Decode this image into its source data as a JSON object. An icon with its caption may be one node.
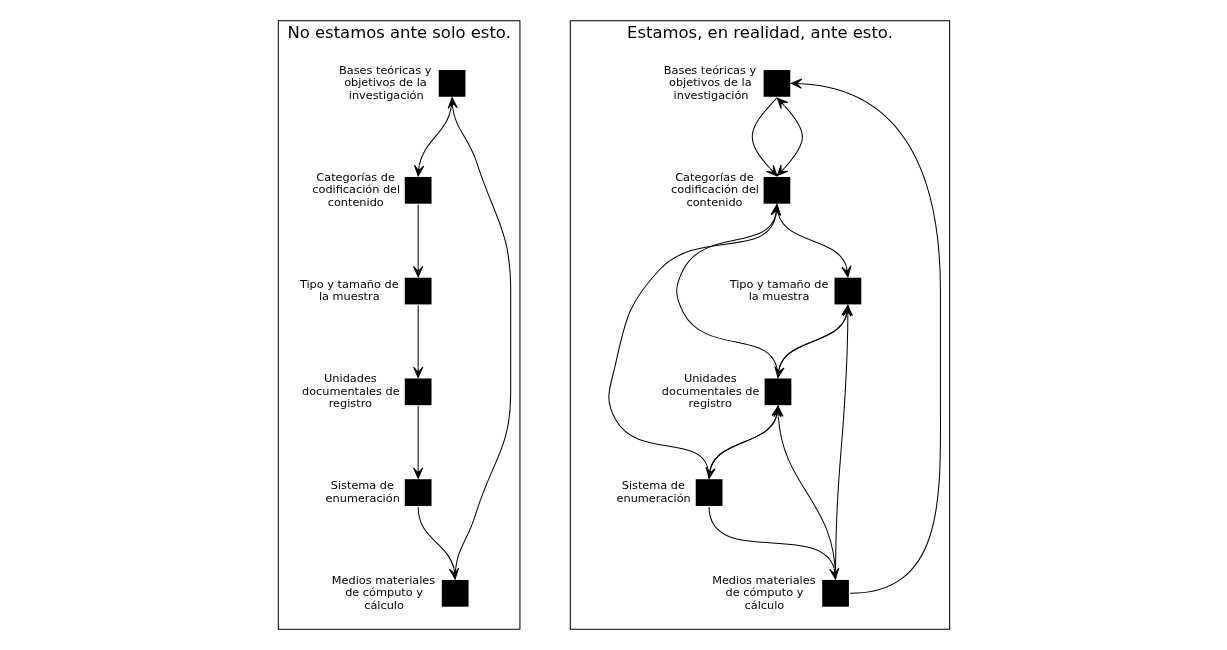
{
  "diagram": {
    "nodes": [
      {
        "text": [
          "No estamos ante solo esto."
        ]
      },
      {
        "text": [],
        "shape": "box",
        "beside": [
          "Bases teóricas y objetivos de la investigación"
        ],
        "in": 0
      },
      {
        "text": [],
        "shape": "box",
        "beside": [
          "Categorías de codificación del contenido"
        ],
        "in": 0
      },
      {
        "text": [],
        "shape": "box",
        "beside": [
          "Tipo y tamaño de la muestra"
        ],
        "in": 0
      },
      {
        "text": [],
        "shape": "box",
        "beside": [
          "Unidades documentales de registro"
        ],
        "in": 0
      },
      {
        "text": [],
        "shape": "box",
        "beside": [
          "Sistema de enumeración"
        ],
        "in": 0
      },
      {
        "text": [],
        "shape": "box",
        "beside": [
          "Medios materiales de cómputo y cálculo"
        ],
        "in": 0
      },
      {
        "text": [
          "Estamos, en realidad, ante esto."
        ]
      },
      {
        "text": [],
        "shape": "box",
        "beside": [
          "Bases teóricas y objetivos de la investigación"
        ],
        "in": 7
      },
      {
        "text": [],
        "shape": "box",
        "beside": [
          "Medios materiales de cómputo y cálculo"
        ],
        "in": 7
      },
      {
        "text": [],
        "shape": "box",
        "beside": [
          "Sistema de enumeración"
        ],
        "in": 7
      },
      {
        "text": [],
        "shape": "box",
        "beside": [
          "Categorías de codificación del contenido"
        ],
        "in": 7
      },
      {
        "text": [],
        "shape": "box",
        "beside": [
          "Tipo y tamaño de la muestra"
        ],
        "in": 7
      },
      {
        "text": [],
        "shape": "box",
        "beside": [
          "Unidades documentales de registro"
        ],
        "in": 7
      }
    ],
    "edges": [
      {
        "from": 6,
        "to": 1,
        "arrow": "to"
      },
      {
        "from": 1,
        "to": 2,
        "arrow": "to"
      },
      {
        "from": 2,
        "to": 3,
        "arrow": "to"
      },
      {
        "from": 3,
        "to": 4,
        "arrow": "to"
      },
      {
        "from": 4,
        "to": 5,
        "arrow": "to"
      },
      {
        "from": 5,
        "to": 6,
        "arrow": "to"
      },
      {
        "from": 9,
        "to": 8,
        "arrow": "to"
      },
      {
        "from": 8,
        "to": 11,
        "arrow": "to"
      },
      {
        "from": 11,
        "to": 12,
        "arrow": "to"
      },
      {
        "from": 12,
        "to": 13,
        "arrow": "to"
      },
      {
        "from": 13,
        "to": 10,
        "arrow": "to"
      },
      {
        "from": 10,
        "to": 9,
        "arrow": "to"
      },
      {
        "from": 8,
        "to": 11,
        "arrow": "both"
      },
      {
        "from": 10,
        "to": 11,
        "arrow": "to"
      },
      {
        "from": 9,
        "to": 13,
        "arrow": "to"
      },
      {
        "from": 9,
        "to": 12,
        "arrow": "to"
      },
      {
        "from": 10,
        "to": 13,
        "arrow": "to"
      },
      {
        "from": 13,
        "to": 11,
        "arrow": "to"
      },
      {
        "from": 13,
        "to": 12,
        "arrow": "to"
      }
    ]
  }
}
